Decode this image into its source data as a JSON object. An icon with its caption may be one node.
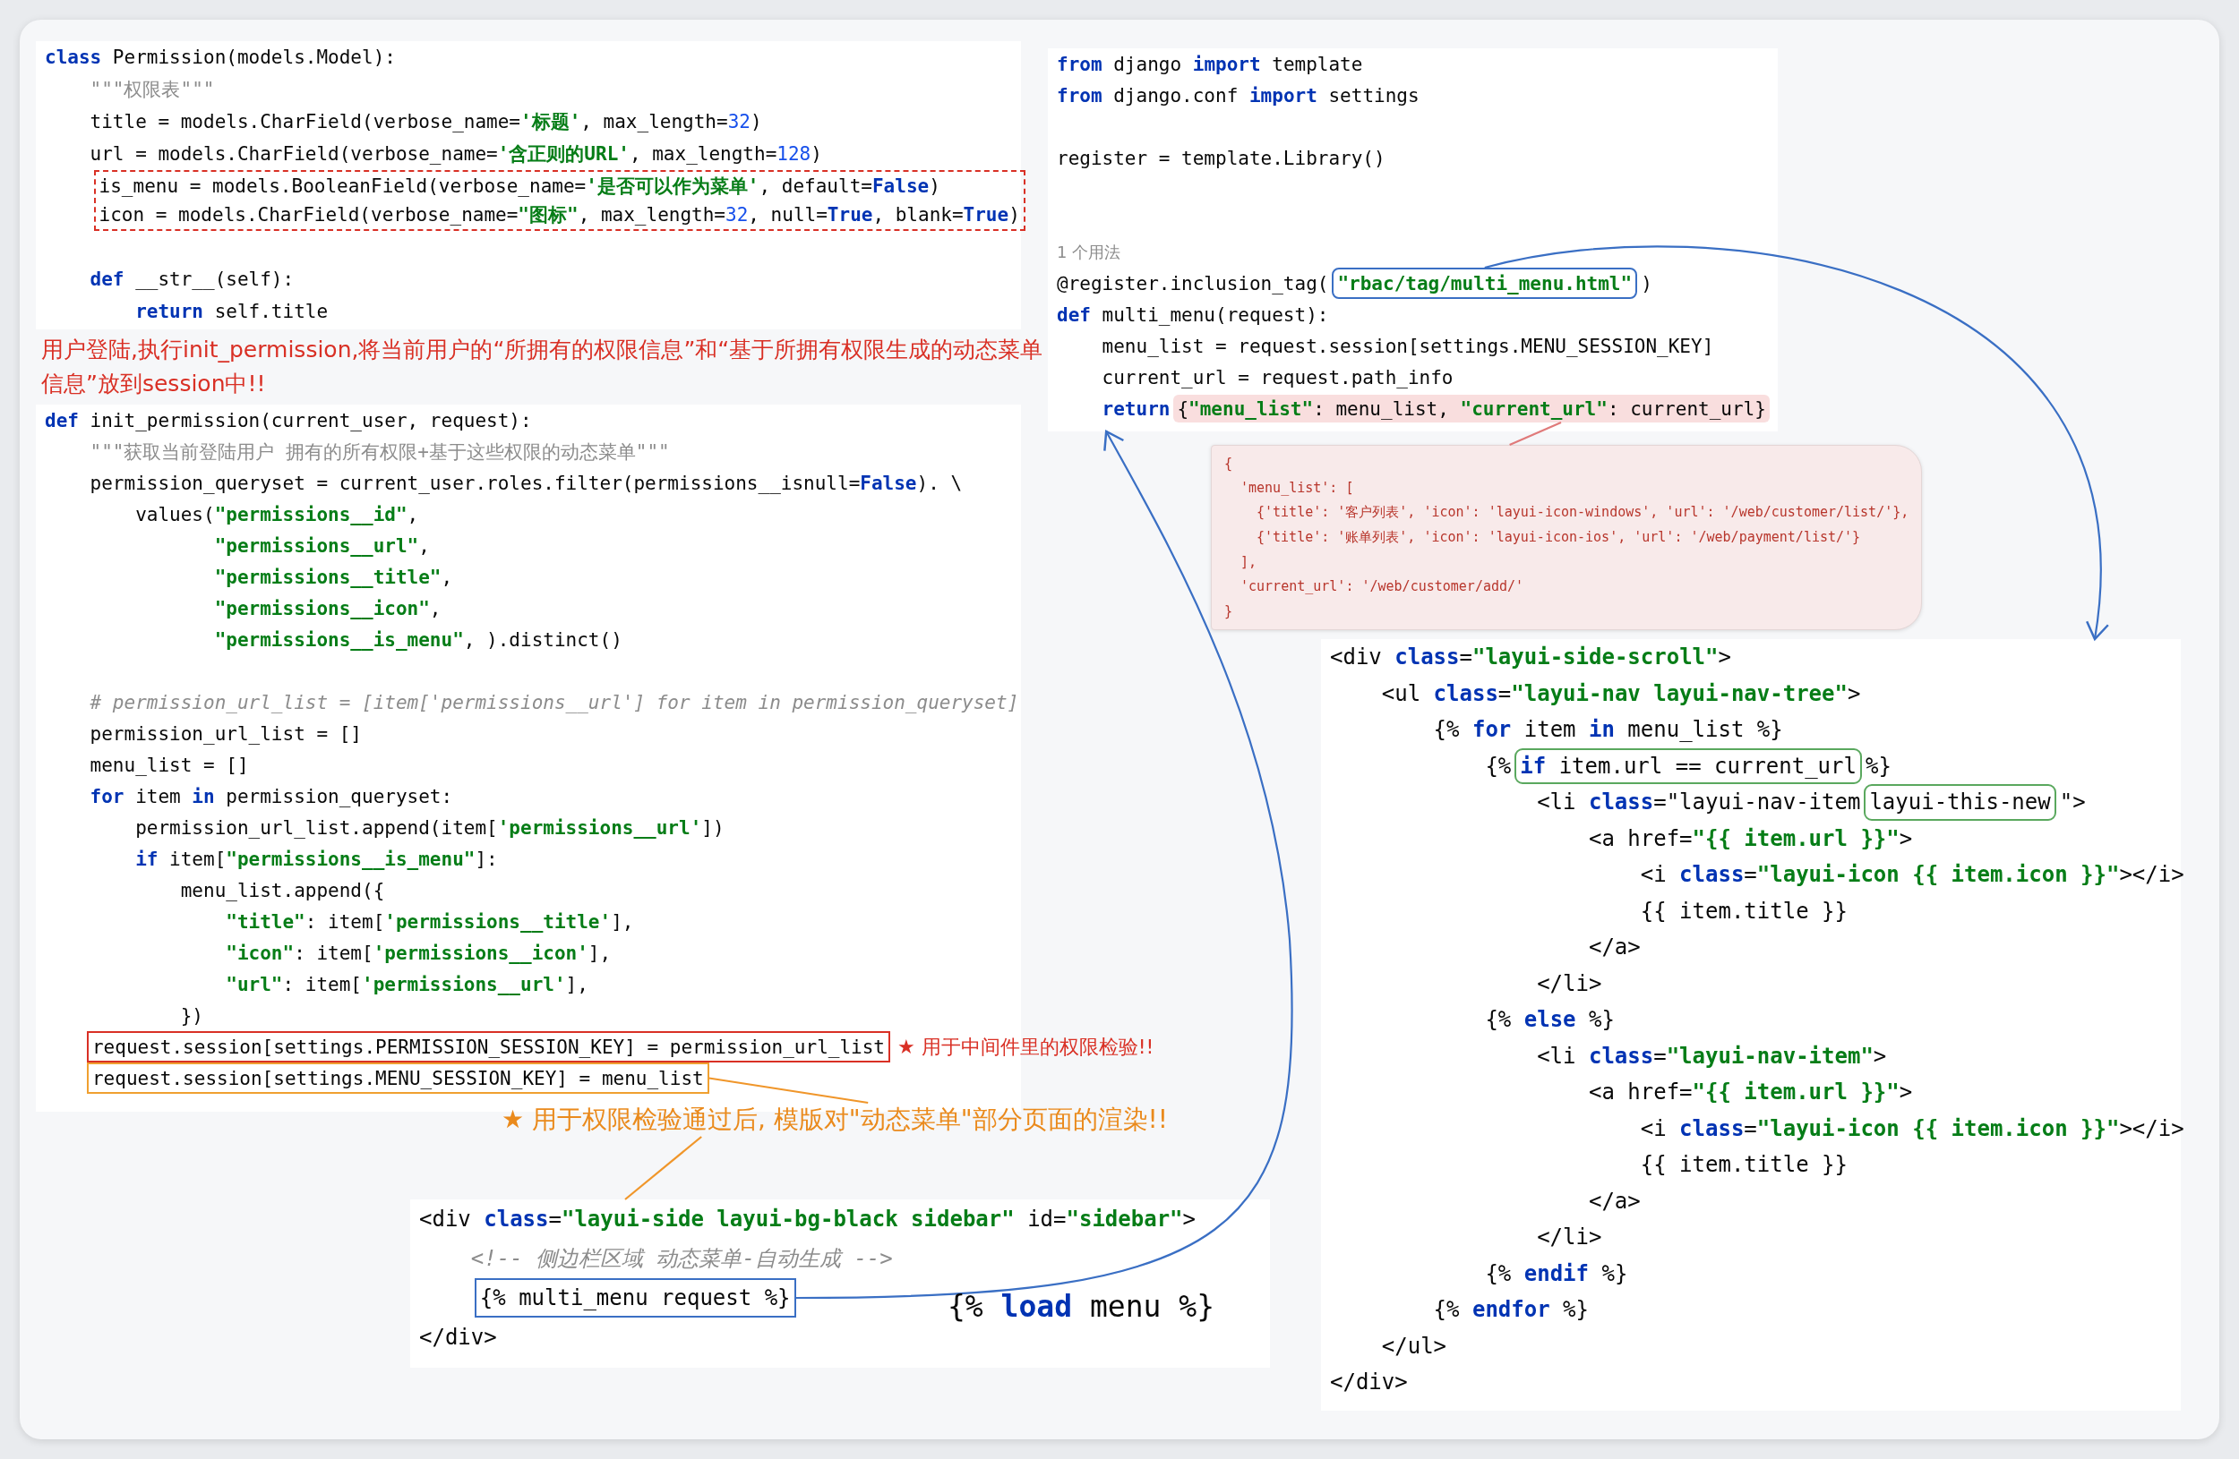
{
  "diagram": {
    "nodes": [
      {
        "text": [
          "class Permission(models.Model):",
          "\"\"\"权限表\"\"\"",
          "title = models.CharField(verbose_name='标题', max_length=32)",
          "url = models.CharField(verbose_name='含正则的URL', max_length=128)",
          "def __str__(self):",
          "return self.title"
        ]
      },
      {
        "text": [
          "is_menu = models.BooleanField(verbose_name='是否可以作为菜单', default=False)",
          "icon = models.CharField(verbose_name=\"图标\", max_length=32, null=True, blank=True)"
        ],
        "in": 0
      },
      {
        "text": [
          "def init_permission(current_user, request):",
          "\"\"\"获取当前登陆用户 拥有的所有权限+基于这些权限的动态菜单\"\"\"",
          "permission_queryset = current_user.roles.filter(permissions__isnull=False). \\",
          "values(\"permissions__id\",",
          "\"permissions__url\",",
          "\"permissions__title\",",
          "\"permissions__icon\",",
          "\"permissions__is_menu\", ).distinct()",
          "# permission_url_list = [item['permissions__url'] for item in permission_queryset]",
          "permission_url_list = []",
          "menu_list = []",
          "for item in permission_queryset:",
          "permission_url_list.append(item['permissions__url'])",
          "if item[\"permissions__is_menu\"]:",
          "menu_list.append({",
          "\"title\": item['permissions__title'],",
          "\"icon\": item['permissions__icon'],",
          "\"url\": item['permissions__url'],",
          "})"
        ]
      },
      {
        "text": [
          "request.session[settings.PERMISSION_SESSION_KEY] = permission_url_list"
        ],
        "in": 2,
        "beside": [
          "★ 用于中间件里的权限检验!!"
        ]
      },
      {
        "text": [
          "request.session[settings.MENU_SESSION_KEY] = menu_list"
        ],
        "in": 2
      },
      {
        "text": [
          "★ 用于权限检验通过后, 模版对\"动态菜单\"部分页面的渲染!!"
        ]
      },
      {
        "text": [
          "from django import template",
          "from django.conf import settings",
          "register = template.Library()",
          "1 个用法",
          "@register.inclusion_tag(",
          ")",
          "def multi_menu(request):",
          "menu_list = request.session[settings.MENU_SESSION_KEY]",
          "current_url = request.path_info",
          "return"
        ]
      },
      {
        "text": [
          "\"rbac/tag/multi_menu.html\""
        ],
        "in": 6
      },
      {
        "text": [
          "{\"menu_list\": menu_list, \"current_url\": current_url}"
        ],
        "in": 6
      },
      {
        "text": [
          "{",
          "'menu_list': [",
          "{'title': '客户列表', 'icon': 'layui-icon-windows', 'url': '/web/customer/list/'},",
          "{'title': '账单列表', 'icon': 'layui-icon-ios', 'url': '/web/payment/list/'}",
          "],",
          "'current_url': '/web/customer/add/'",
          "}"
        ]
      },
      {
        "text": [
          "<div class=\"layui-side-scroll\">",
          "<ul class=\"layui-nav layui-nav-tree\">",
          "{% for item in menu_list %}",
          "{%",
          "%}",
          "<li class=\"layui-nav-item",
          "\">",
          "<a href=\"{{ item.url }}\">",
          "<i class=\"layui-icon {{ item.icon }}\"></i>",
          "{{ item.title }}",
          "</a>",
          "</li>",
          "{% else %}",
          "<li class=\"layui-nav-item\">",
          "<a href=\"{{ item.url }}\">",
          "<i class=\"layui-icon {{ item.icon }}\"></i>",
          "{{ item.title }}",
          "</a>",
          "</li>",
          "{% endif %}",
          "{% endfor %}",
          "</ul>",
          "</div>"
        ]
      },
      {
        "text": [
          "if item.url == current_url"
        ],
        "in": 10
      },
      {
        "text": [
          "layui-this-new"
        ],
        "in": 10
      },
      {
        "text": [
          "<div class=\"layui-side layui-bg-black sidebar\" id=\"sidebar\">",
          "<!-- 侧边栏区域 动态菜单-自动生成 -->",
          "</div>",
          "{% load menu %}"
        ]
      },
      {
        "text": [
          "{% multi_menu request %}"
        ],
        "in": 13
      }
    ],
    "edges": [
      {
        "from": 4,
        "to": 5,
        "arrow": "none",
        "color": "#f0962a"
      },
      {
        "from": 5,
        "to": 13,
        "arrow": "none",
        "color": "#f0962a"
      },
      {
        "from": 14,
        "to": 6,
        "arrow": "to",
        "color": "#3a6fc4"
      },
      {
        "from": 7,
        "to": 10,
        "arrow": "to",
        "color": "#3a6fc4"
      },
      {
        "from": 8,
        "to": 9,
        "arrow": "none",
        "color": "#e07a7a"
      }
    ],
    "labels": [
      "用户登陆,执行init_permission,将当前用户的“所拥有的权限信息”和“基于所拥有权限生成的动态菜单信息”放到session中!!"
    ]
  }
}
